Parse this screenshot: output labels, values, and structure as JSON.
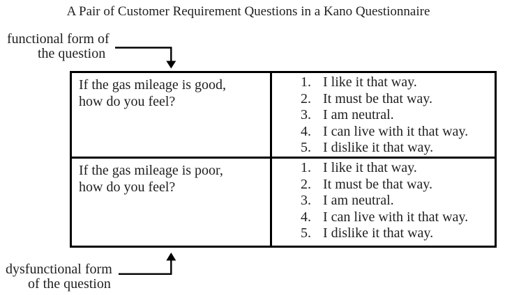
{
  "title": "A Pair of Customer Requirement Questions in a Kano Questionnaire",
  "annotations": {
    "functional": {
      "line1": "functional form of",
      "line2": "the question"
    },
    "dysfunctional": {
      "line1": "dysfunctional form",
      "line2": "of the question"
    }
  },
  "table": {
    "rows": [
      {
        "question": "If the gas mileage is good,\nhow do you feel?",
        "options": [
          {
            "num": "1.",
            "label": "I like it that way."
          },
          {
            "num": "2.",
            "label": "It must be that way."
          },
          {
            "num": "3.",
            "label": "I am neutral."
          },
          {
            "num": "4.",
            "label": "I can live with it that way."
          },
          {
            "num": "5.",
            "label": "I dislike it that way."
          }
        ]
      },
      {
        "question": "If the gas mileage is poor,\nhow do you feel?",
        "options": [
          {
            "num": "1.",
            "label": "I like it that way."
          },
          {
            "num": "2.",
            "label": "It must be that way."
          },
          {
            "num": "3.",
            "label": "I am neutral."
          },
          {
            "num": "4.",
            "label": "I can live with it that way."
          },
          {
            "num": "5.",
            "label": "I dislike it that way."
          }
        ]
      }
    ]
  },
  "colors": {
    "text": "#1f1f1f",
    "line": "#000000",
    "background": "#ffffff"
  }
}
